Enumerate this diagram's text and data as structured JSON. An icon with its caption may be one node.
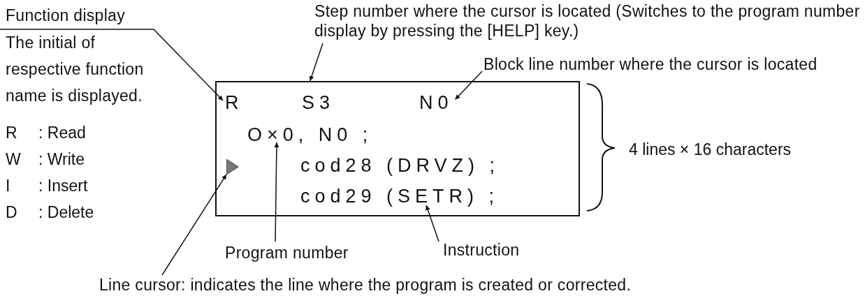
{
  "diagram": {
    "nodes": [
      {
        "text": [],
        "shape": "box"
      },
      {
        "text": [
          "R"
        ],
        "in": 0
      },
      {
        "text": [
          "S3"
        ],
        "in": 0
      },
      {
        "text": [
          "N0"
        ],
        "in": 0
      },
      {
        "text": [
          "O×0, N0 ;"
        ],
        "in": 0
      },
      {
        "text": [],
        "shape": "triangle",
        "in": 0
      },
      {
        "text": [
          "cod28 (DRVZ) ;"
        ],
        "in": 0
      },
      {
        "text": [
          "cod29 (SETR) ;"
        ],
        "in": 0
      },
      {
        "text": [
          "Function display",
          "The initial of respective function name is displayed."
        ]
      },
      {
        "text": [
          "Step number where the cursor is located (Switches to the program number display by pressing the [HELP] key.)"
        ]
      },
      {
        "text": [
          "Block line number where the cursor is located"
        ]
      },
      {
        "text": [
          "Program number"
        ]
      },
      {
        "text": [
          "Instruction"
        ]
      },
      {
        "text": [
          "Line cursor: indicates the line where the program is created or corrected."
        ]
      }
    ],
    "edges": [
      {
        "from": 8,
        "to": 1,
        "arrow": "to"
      },
      {
        "from": 9,
        "to": 2,
        "arrow": "to"
      },
      {
        "from": 10,
        "to": 3,
        "arrow": "to"
      },
      {
        "from": 11,
        "to": 4,
        "arrow": "to"
      },
      {
        "from": 12,
        "to": 7,
        "arrow": "to"
      },
      {
        "from": 13,
        "to": 5,
        "arrow": "to"
      }
    ],
    "labels": [
      "R",
      ": Read",
      "W",
      ": Write",
      "I",
      ": Insert",
      "D",
      ": Delete",
      "4 lines × 16 characters"
    ]
  }
}
